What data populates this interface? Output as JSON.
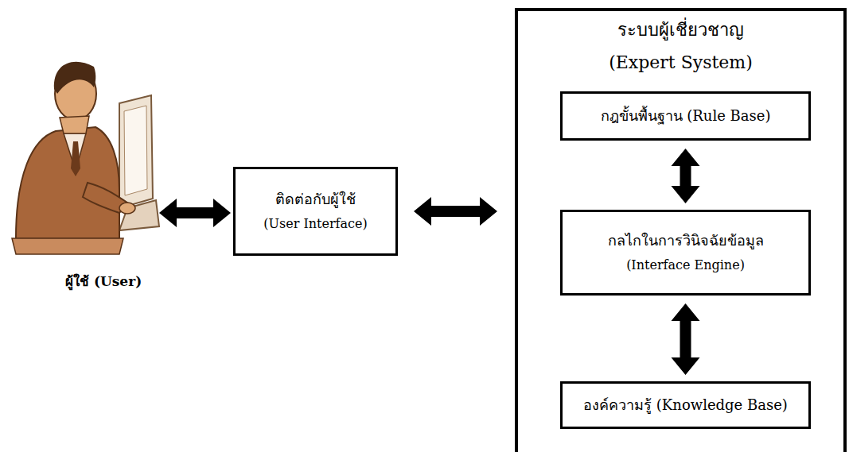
{
  "diagram": {
    "nodes": [
      {
        "text": [
          "ติดต่อกับผู้ใช้",
          "(User Interface)"
        ]
      },
      {
        "text": [
          "ระบบผู้เชี่ยวชาญ",
          "(Expert System)"
        ]
      },
      {
        "text": [
          "กฎขั้นพื้นฐาน (Rule Base)"
        ],
        "in": 1
      },
      {
        "text": [
          "กลไกในการวินิจฉัยข้อมูล",
          "(Interface Engine)"
        ],
        "in": 1
      },
      {
        "text": [
          "องค์ความรู้ (Knowledge Base)"
        ],
        "in": 1
      }
    ],
    "edges": [
      {
        "from": 0,
        "to": 1,
        "arrow": "both"
      },
      {
        "from": 2,
        "to": 3,
        "arrow": "both"
      },
      {
        "from": 3,
        "to": 4,
        "arrow": "both"
      }
    ],
    "labels": [
      "ผู้ใช้ (User)"
    ]
  }
}
